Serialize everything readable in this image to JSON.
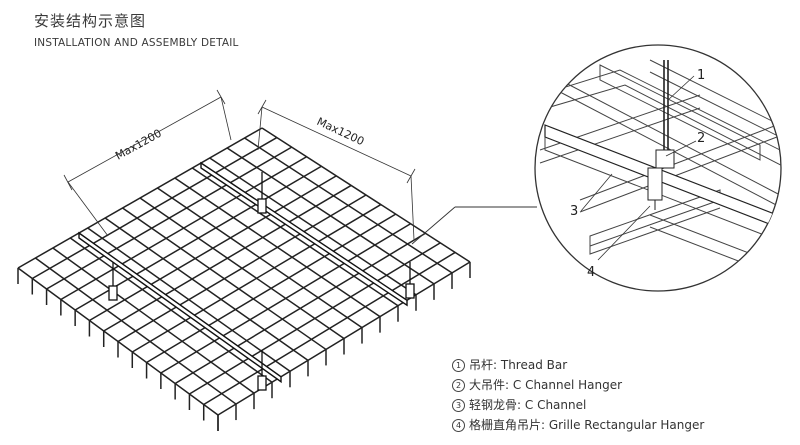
{
  "title": {
    "cn": "安装结构示意图",
    "en": "INSTALLATION AND ASSEMBLY DETAIL"
  },
  "dimensions": {
    "left": "Max1200",
    "right": "Max1200"
  },
  "callouts": [
    "1",
    "2",
    "3",
    "4"
  ],
  "legend": [
    {
      "num": "1",
      "cn": "吊杆:",
      "en": "Thread Bar"
    },
    {
      "num": "2",
      "cn": "大吊件:",
      "en": "C Channel Hanger"
    },
    {
      "num": "3",
      "cn": "轻钢龙骨:",
      "en": "C Channel"
    },
    {
      "num": "4",
      "cn": "格栅直角吊片:",
      "en": "Grille Rectangular Hanger"
    }
  ]
}
